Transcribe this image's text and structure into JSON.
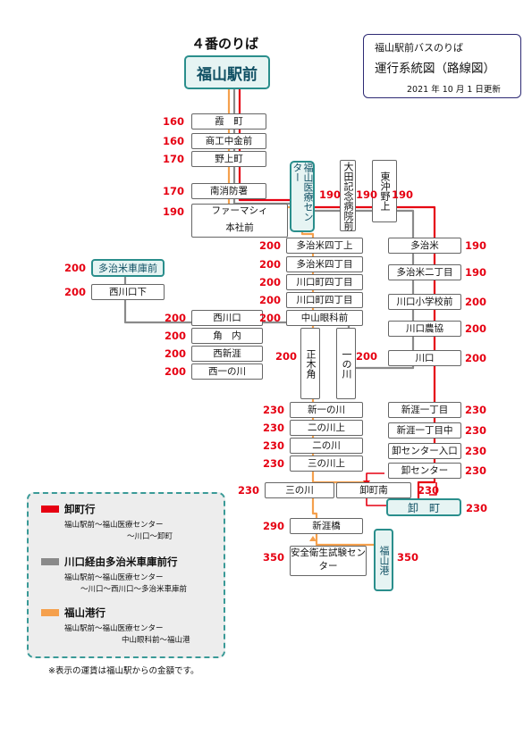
{
  "header": {
    "platform": "４番のりば",
    "origin": "福山駅前"
  },
  "info": {
    "line1": "福山駅前バスのりば",
    "line2": "運行系統図（路線図）",
    "updated": "2021 年 10 月 1 日更新"
  },
  "colors": {
    "red": "#e60012",
    "gray": "#8a8a8a",
    "orange": "#f5a04d",
    "teal": "#2a8e8c",
    "fare": "#e60012"
  },
  "stops": {
    "kasumi": "霞　町",
    "shokochukin": "商工中金前",
    "nogami": "野上町",
    "minamishobo": "南消防署",
    "pharmacy": "ファーマシィ",
    "honsha": "本社前",
    "iryo_center": "福山医療センター",
    "ota_hospital": "大田記念病院前",
    "higashi_nogami": "東沖野上",
    "taji_4": "多治米四丁上",
    "taji_4b": "多治米四丁目",
    "kawaguchi_4a": "川口町四丁目",
    "kawaguchi_4b": "川口町四丁目",
    "nakayama_ganka": "中山眼科前",
    "masaki": "正木角",
    "ichinokawa_v": "一の川",
    "tajime": "多治米",
    "tajime_2": "多治米二丁目",
    "kawaguchi_school": "川口小学校前",
    "kawaguchi_nokyo": "川口農協",
    "kawaguchi": "川口",
    "garage": "多治米車庫前",
    "nishikawaguchi_shita": "西川口下",
    "nishikawaguchi": "西川口",
    "kado_uchi": "角　内",
    "nishishingai": "西新涯",
    "nishi_ichinokawa": "西一の川",
    "shin_ichinokawa": "新一の川",
    "ninokawa_ue": "二の川上",
    "ninokawa": "二の川",
    "sannokawa_ue": "三の川上",
    "sannokawa": "三の川",
    "oroshimachi_minami": "卸町南",
    "shingai_1": "新涯一丁目",
    "shingai_1_naka": "新涯一丁目中",
    "oroshi_center_iri": "卸センター入口",
    "oroshi_center": "卸センター",
    "oroshimachi": "卸　町",
    "shingaibashi": "新涯橋",
    "safety_center": "安全衛生試験センター",
    "fukuyama_port": "福山港"
  },
  "fares": {
    "f160a": "160",
    "f160b": "160",
    "f170a": "170",
    "f170b": "170",
    "f190a": "190",
    "f190_center": "190",
    "f190_ota": "190",
    "f190_higashi": "190",
    "f200_t4": "200",
    "f200_t4b": "200",
    "f200_k4a": "200",
    "f200_k4b": "200",
    "f200_ganka": "200",
    "f200_masaki": "200",
    "f200_ichi": "200",
    "f190_tajime": "190",
    "f190_tajime2": "190",
    "f200_school": "200",
    "f200_nokyo": "200",
    "f200_kawaguchi": "200",
    "f200_garage": "200",
    "f200_nkshita": "200",
    "f200_nk": "200",
    "f200_kado": "200",
    "f200_nsg": "200",
    "f200_nichi": "200",
    "f230_shin": "230",
    "f230_niue": "230",
    "f230_ni": "230",
    "f230_sanue": "230",
    "f230_san": "230",
    "f230_sg1": "230",
    "f230_sg1n": "230",
    "f230_oci": "230",
    "f230_oc": "230",
    "f230_om": "230",
    "f230_oroshi": "230",
    "f290": "290",
    "f350_safety": "350",
    "f350_port": "350"
  },
  "legend": {
    "red_title": "卸町行",
    "red_line1": "福山駅前～福山医療センター",
    "red_line2": "～川口～卸町",
    "gray_title": "川口経由多治米車庫前行",
    "gray_line1": "福山駅前～福山医療センター",
    "gray_line2": "～川口～西川口～多治米車庫前",
    "orange_title": "福山港行",
    "orange_line1": "福山駅前～福山医療センター",
    "orange_line2": "中山眼科前～福山港"
  },
  "footnote": "※表示の運賃は福山駅からの金額です。"
}
